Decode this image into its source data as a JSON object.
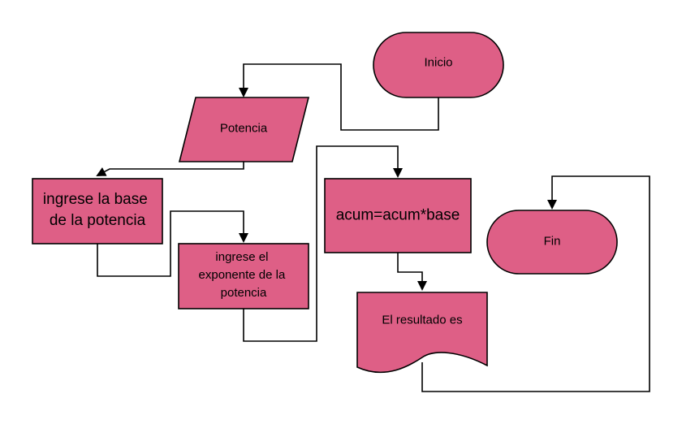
{
  "colors": {
    "node_fill": "#de5f86",
    "stroke": "#000000",
    "background": "#ffffff"
  },
  "nodes": {
    "inicio": {
      "shape": "terminator",
      "text": "Inicio"
    },
    "potencia": {
      "shape": "input-output",
      "text": "Potencia"
    },
    "ingrese_base": {
      "shape": "process",
      "lines": [
        "ingrese la base",
        "de la potencia"
      ]
    },
    "ingrese_exponente": {
      "shape": "process",
      "lines": [
        "ingrese el",
        "exponente de la",
        "potencia"
      ]
    },
    "acum": {
      "shape": "process",
      "text": "acum=acum*base"
    },
    "resultado": {
      "shape": "document",
      "text": "El resultado es"
    },
    "fin": {
      "shape": "terminator",
      "text": "Fin"
    }
  },
  "edges": [
    {
      "from": "inicio",
      "to": "potencia"
    },
    {
      "from": "potencia",
      "to": "ingrese_base"
    },
    {
      "from": "ingrese_base",
      "to": "ingrese_exponente"
    },
    {
      "from": "ingrese_exponente",
      "to": "acum"
    },
    {
      "from": "acum",
      "to": "resultado"
    },
    {
      "from": "resultado",
      "to": "fin"
    }
  ]
}
